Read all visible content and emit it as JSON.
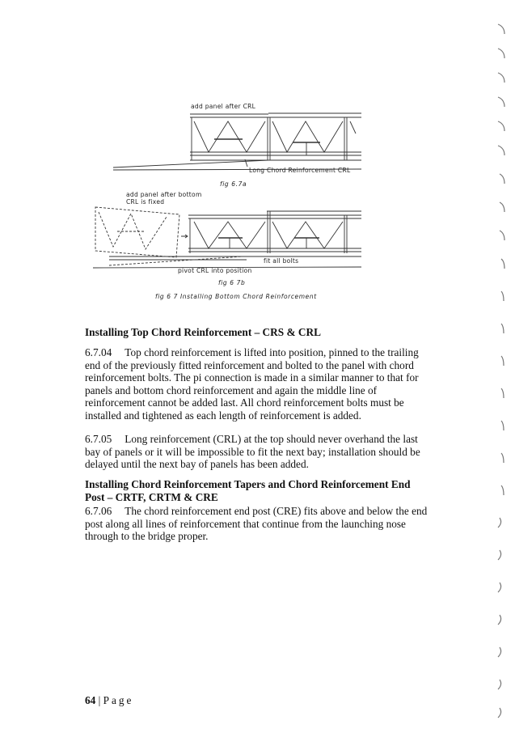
{
  "figure": {
    "fig_a": {
      "label_top": "add panel after CRL",
      "label_bottom": "Long Chord Reinforcement CRL",
      "caption": "fig  6.7a"
    },
    "fig_b": {
      "label_top_line1": "add panel after bottom",
      "label_top_line2": "CRL is fixed",
      "label_bolts": "fit all bolts",
      "label_pivot": "pivot CRL into position",
      "caption": "fig  6 7b"
    },
    "caption": "fig  6 7  Installing Bottom Chord Reinforcement"
  },
  "sections": [
    {
      "heading": "Installing Top Chord Reinforcement – CRS & CRL",
      "paragraphs": [
        {
          "number": "6.7.04",
          "text": "Top chord reinforcement is lifted into position, pinned to the trailing end of the previously fitted reinforcement and bolted to the panel with chord reinforcement bolts. The pi connection is made in a similar manner to that for panels and bottom chord reinforcement and again the middle line of reinforcement cannot be added last. All chord reinforcement bolts must be installed and tightened as each length of reinforcement is added."
        },
        {
          "number": "6.7.05",
          "text": "Long reinforcement (CRL) at the top should never overhand the last bay of panels or it will be impossible to fit the next bay; installation should be delayed until the next bay of panels has been added."
        }
      ]
    },
    {
      "heading": "Installing Chord Reinforcement Tapers and Chord Reinforcement End Post – CRTF, CRTM & CRE",
      "paragraphs": [
        {
          "number": "6.7.06",
          "text": "The chord reinforcement end post (CRE) fits above and below the end post along all lines of reinforcement that continue from the launching nose through to the bridge proper."
        }
      ]
    }
  ],
  "footer": {
    "page_number": "64",
    "separator": " | ",
    "page_word": "Page"
  }
}
